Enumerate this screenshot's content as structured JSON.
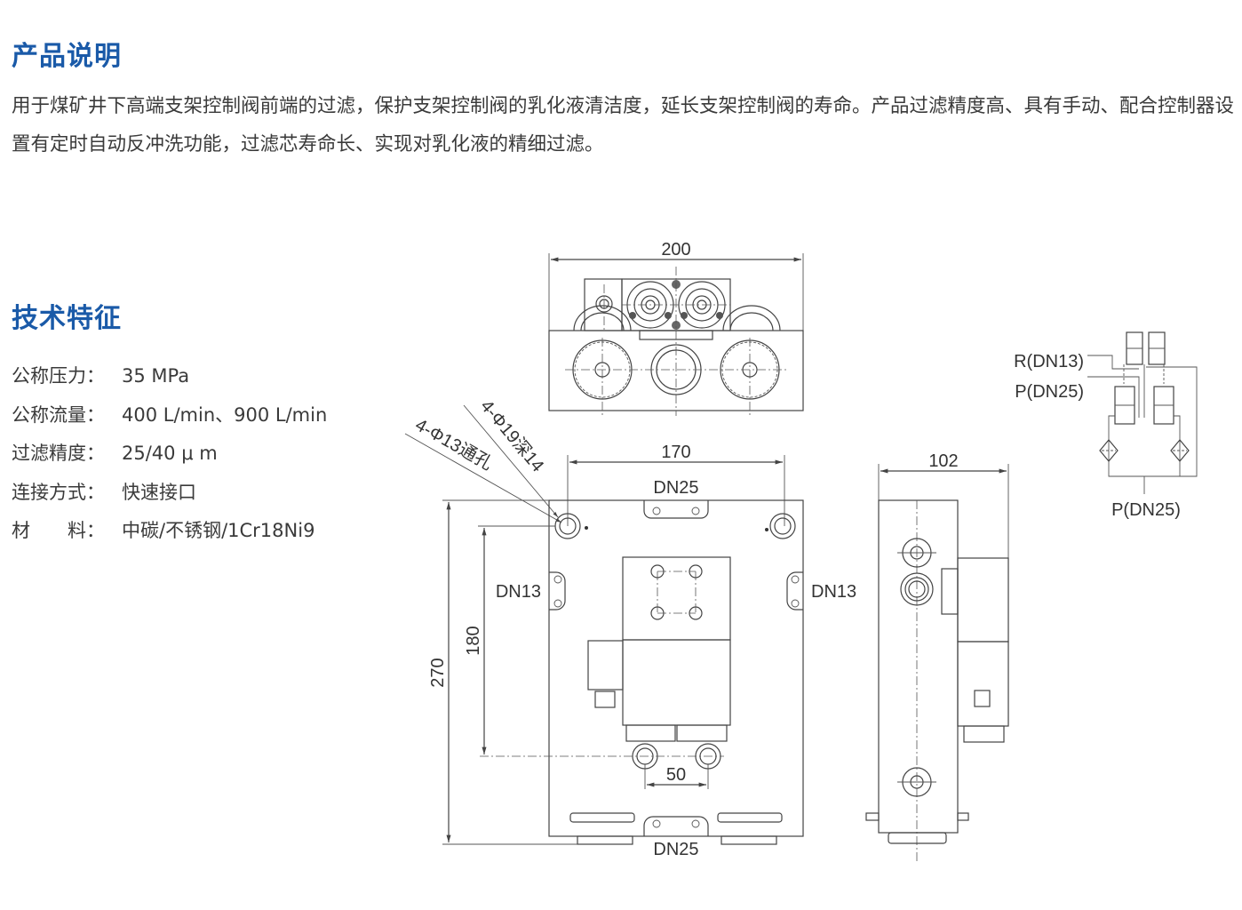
{
  "description": {
    "title": "产品说明",
    "text": "用于煤矿井下高端支架控制阀前端的过滤，保护支架控制阀的乳化液清洁度，延长支架控制阀的寿命。产品过滤精度高、具有手动、配合控制器设置有定时自动反冲洗功能，过滤芯寿命长、实现对乳化液的精细过滤。"
  },
  "features": {
    "title": "技术特征",
    "items": [
      {
        "label": "公称压力：",
        "value": "35 MPa"
      },
      {
        "label": "公称流量：",
        "value": "400 L/min、900 L/min"
      },
      {
        "label": "过滤精度：",
        "value": "25/40 μ m"
      },
      {
        "label": "连接方式：",
        "value": "快速接口"
      },
      {
        "label": "材　　料：",
        "value": "中碳/不锈钢/1Cr18Ni9"
      }
    ]
  },
  "drawing": {
    "top_width": "200",
    "hole_spacing": "170",
    "port_top": "DN25",
    "port_bottom": "DN25",
    "port_left": "DN13",
    "port_right": "DN13",
    "height_total": "270",
    "height_inner": "180",
    "outlet_spacing": "50",
    "side_width": "102",
    "note_through_hole": "4-Φ13通孔",
    "note_counterbore": "4-Φ19深14"
  },
  "schematic": {
    "label_r": "R(DN13)",
    "label_p_top": "P(DN25)",
    "label_p_bottom": "P(DN25)"
  },
  "colors": {
    "heading": "#1a5aa8",
    "text": "#3a3a3a"
  }
}
